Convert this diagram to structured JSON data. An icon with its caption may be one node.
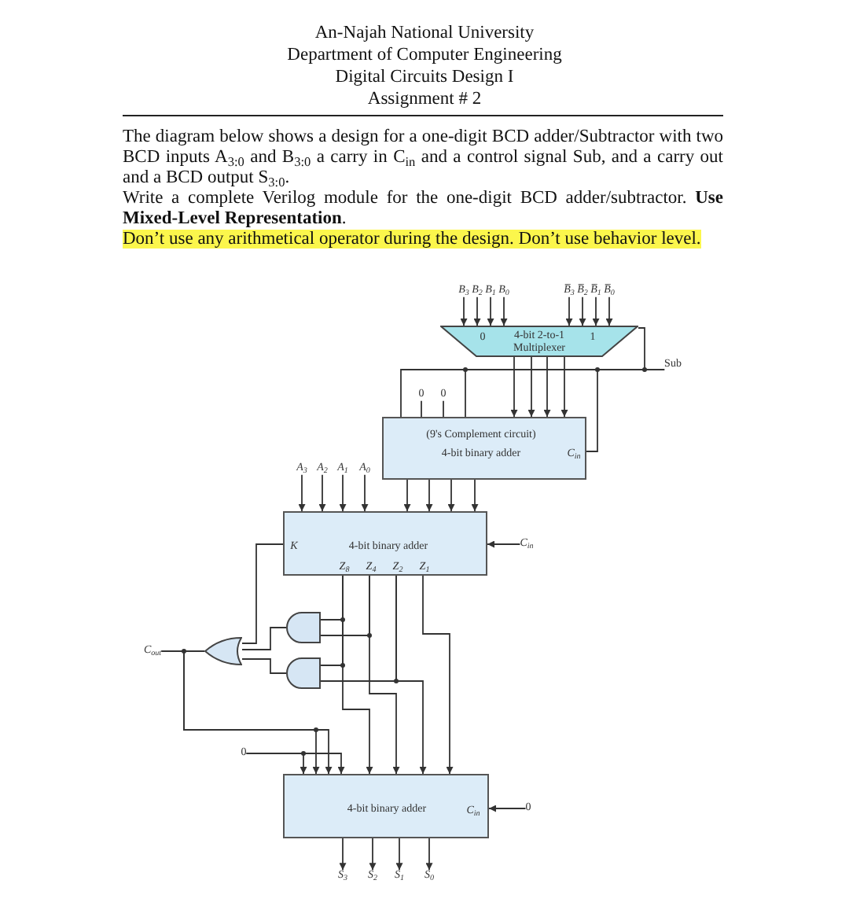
{
  "diagram": {
    "nodes": [
      {
        "text": [
          "B$_{3}$"
        ]
      },
      {
        "text": [
          "B$_{2}$"
        ]
      },
      {
        "text": [
          "B$_{1}$"
        ]
      },
      {
        "text": [
          "B$_{0}$"
        ]
      },
      {
        "text": [
          "B̅$_{3}$"
        ]
      },
      {
        "text": [
          "B̅$_{2}$"
        ]
      },
      {
        "text": [
          "B̅$_{1}$"
        ]
      },
      {
        "text": [
          "B̅$_{0}$"
        ]
      },
      {
        "text": [
          "0",
          "4-bit 2-to-1 Multiplexer",
          "1"
        ]
      },
      {
        "text": [
          "Sub"
        ]
      },
      {
        "text": [
          "0"
        ]
      },
      {
        "text": [
          "0"
        ]
      },
      {
        "text": [
          "(9's Complement circuit)",
          "4-bit binary adder",
          "C$_{in}$"
        ]
      },
      {
        "text": [
          "A$_{3}$"
        ]
      },
      {
        "text": [
          "A$_{2}$"
        ]
      },
      {
        "text": [
          "A$_{1}$"
        ]
      },
      {
        "text": [
          "A$_{0}$"
        ]
      },
      {
        "text": [
          "K",
          "4-bit binary adder",
          "Z$_{8}$",
          "Z$_{4}$",
          "Z$_{2}$",
          "Z$_{1}$"
        ]
      },
      {
        "text": [
          "C$_{in}$"
        ]
      },
      {
        "text": [],
        "shape": "and-gate"
      },
      {
        "text": [
          "C$_{out}$"
        ]
      },
      {
        "text": [],
        "shape": "or-gate"
      },
      {
        "text": [],
        "shape": "and-gate"
      },
      {
        "text": [
          "0"
        ]
      },
      {
        "text": [
          "4-bit binary adder",
          "C$_{in}$"
        ]
      },
      {
        "text": [
          "0"
        ]
      },
      {
        "text": [
          "S$_{3}$"
        ]
      },
      {
        "text": [
          "S$_{2}$"
        ]
      },
      {
        "text": [
          "S$_{1}$"
        ]
      },
      {
        "text": [
          "S$_{0}$"
        ]
      }
    ],
    "edges": [
      {
        "from": 0,
        "to": 8,
        "arrow": "to"
      },
      {
        "from": 1,
        "to": 8,
        "arrow": "to"
      },
      {
        "from": 2,
        "to": 8,
        "arrow": "to"
      },
      {
        "from": 3,
        "to": 8,
        "arrow": "to"
      },
      {
        "from": 4,
        "to": 8,
        "arrow": "to"
      },
      {
        "from": 5,
        "to": 8,
        "arrow": "to"
      },
      {
        "from": 6,
        "to": 8,
        "arrow": "to"
      },
      {
        "from": 7,
        "to": 8,
        "arrow": "to"
      },
      {
        "from": 9,
        "to": 8,
        "arrow": "none"
      },
      {
        "from": 9,
        "to": 12,
        "arrow": "none"
      },
      {
        "from": 9,
        "to": 12,
        "arrow": "none"
      },
      {
        "from": 9,
        "to": 12,
        "arrow": "none"
      },
      {
        "from": 10,
        "to": 12,
        "arrow": "none"
      },
      {
        "from": 11,
        "to": 12,
        "arrow": "none"
      },
      {
        "from": 8,
        "to": 12,
        "arrow": "to"
      },
      {
        "from": 8,
        "to": 12,
        "arrow": "to"
      },
      {
        "from": 8,
        "to": 12,
        "arrow": "to"
      },
      {
        "from": 8,
        "to": 12,
        "arrow": "to"
      },
      {
        "from": 13,
        "to": 17,
        "arrow": "to"
      },
      {
        "from": 14,
        "to": 17,
        "arrow": "to"
      },
      {
        "from": 15,
        "to": 17,
        "arrow": "to"
      },
      {
        "from": 16,
        "to": 17,
        "arrow": "to"
      },
      {
        "from": 12,
        "to": 17,
        "arrow": "to"
      },
      {
        "from": 12,
        "to": 17,
        "arrow": "to"
      },
      {
        "from": 12,
        "to": 17,
        "arrow": "to"
      },
      {
        "from": 12,
        "to": 17,
        "arrow": "to"
      },
      {
        "from": 18,
        "to": 17,
        "arrow": "to"
      },
      {
        "from": 17,
        "to": 21,
        "arrow": "none"
      },
      {
        "from": 17,
        "to": 19,
        "arrow": "none"
      },
      {
        "from": 17,
        "to": 19,
        "arrow": "none"
      },
      {
        "from": 17,
        "to": 22,
        "arrow": "none"
      },
      {
        "from": 17,
        "to": 22,
        "arrow": "none"
      },
      {
        "from": 17,
        "to": 24,
        "arrow": "to"
      },
      {
        "from": 17,
        "to": 24,
        "arrow": "to"
      },
      {
        "from": 17,
        "to": 24,
        "arrow": "to"
      },
      {
        "from": 17,
        "to": 24,
        "arrow": "to"
      },
      {
        "from": 19,
        "to": 21,
        "arrow": "none"
      },
      {
        "from": 22,
        "to": 21,
        "arrow": "none"
      },
      {
        "from": 21,
        "to": 20,
        "arrow": "none"
      },
      {
        "from": 21,
        "to": 24,
        "arrow": "to"
      },
      {
        "from": 21,
        "to": 24,
        "arrow": "to"
      },
      {
        "from": 23,
        "to": 24,
        "arrow": "to"
      },
      {
        "from": 23,
        "to": 24,
        "arrow": "to"
      },
      {
        "from": 25,
        "to": 24,
        "arrow": "to"
      },
      {
        "from": 24,
        "to": 26,
        "arrow": "to"
      },
      {
        "from": 24,
        "to": 27,
        "arrow": "to"
      },
      {
        "from": 24,
        "to": 28,
        "arrow": "to"
      },
      {
        "from": 24,
        "to": 29,
        "arrow": "to"
      }
    ],
    "labels": [
      "An-Najah National University",
      "Department of Computer Engineering",
      "Digital Circuits Design I",
      "Assignment # 2",
      "The diagram below shows a design for a one-digit BCD adder/Subtractor with two BCD inputs A$_{3:0}$ and B$_{3:0}$ a carry in C$_{in}$ and a control signal Sub, and a carry out and a BCD output S$_{3:0}$.",
      "Write a complete Verilog module for the one-digit BCD adder/subtractor. **Use Mixed-Level Representation**.",
      "Don’t use any arithmetical operator during the design. Don’t use behavior level."
    ]
  }
}
